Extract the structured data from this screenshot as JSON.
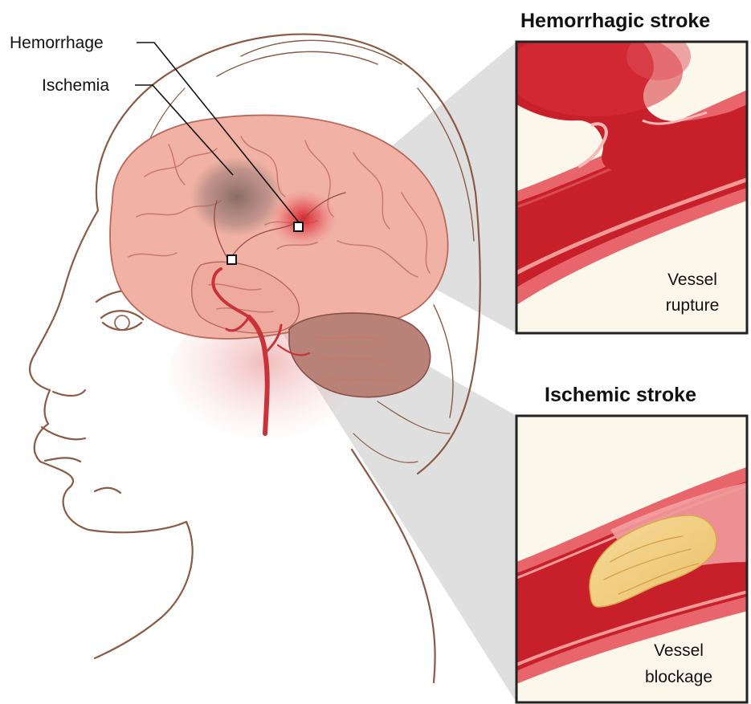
{
  "labels": {
    "hemorrhage": "Hemorrhage",
    "ischemia": "Ischemia"
  },
  "panels": {
    "hemorrhagic": {
      "title": "Hemorrhagic stroke",
      "caption_line1": "Vessel",
      "caption_line2": "rupture"
    },
    "ischemic": {
      "title": "Ischemic stroke",
      "caption_line1": "Vessel",
      "caption_line2": "blockage"
    }
  },
  "colors": {
    "skin_outline": "#8a5a44",
    "brain": "#f1b1a4",
    "brain_fold": "#c9796b",
    "cerebellum": "#b88279",
    "artery": "#c8333a",
    "vessel_wall": "#e8666b",
    "vessel_lumen": "#c8202a",
    "panel_bg": "#fbf7ea",
    "plaque": "#f3cf82",
    "zoom_wedge": "#d9d9db",
    "ischemia_shade": "#7d6a66"
  }
}
